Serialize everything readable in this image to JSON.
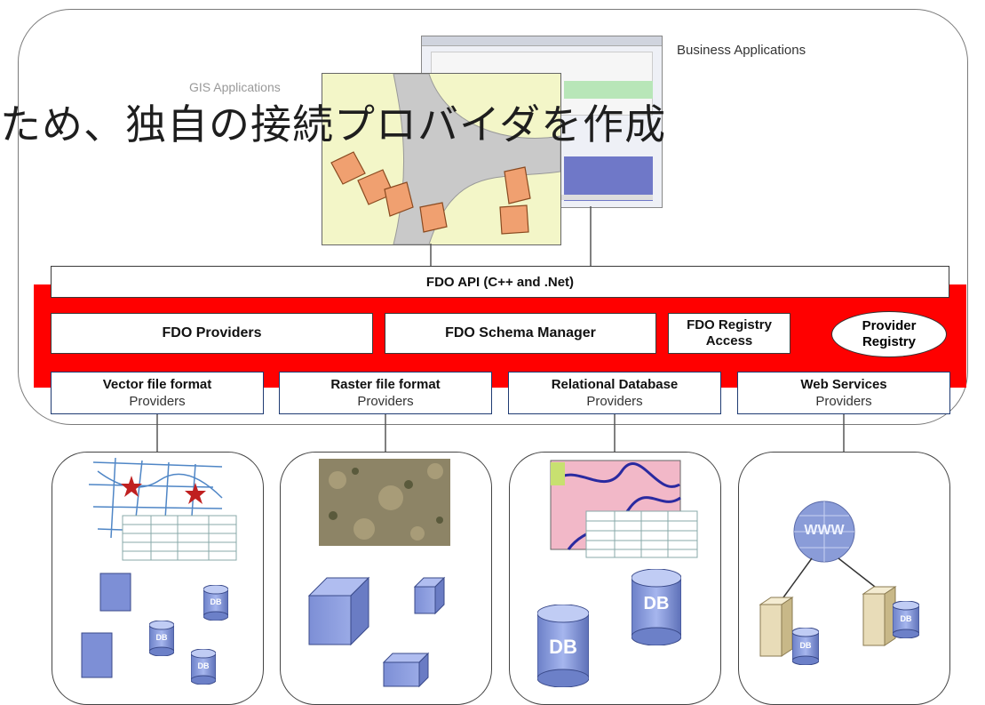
{
  "top": {
    "business_label": "Business Applications",
    "gis_label": "GIS Applications",
    "overlay_title": "ため、独自の接続プロバイダを作成"
  },
  "layers": {
    "api": "FDO API (C++ and .Net)",
    "providers": "FDO Providers",
    "schema_manager": "FDO Schema Manager",
    "registry_access_line1": "FDO Registry",
    "registry_access_line2": "Access",
    "provider_registry_line1": "Provider",
    "provider_registry_line2": "Registry"
  },
  "provider_types": [
    {
      "title": "Vector file format",
      "sub": "Providers"
    },
    {
      "title": "Raster file format",
      "sub": "Providers"
    },
    {
      "title": "Relational Database",
      "sub": "Providers"
    },
    {
      "title": "Web Services",
      "sub": "Providers"
    }
  ],
  "db_label": "DB",
  "www_label": "WWW",
  "colors": {
    "band": "#ff0000",
    "db_fill": "#8fa3e0",
    "map_green": "#e8f0b0",
    "map_house": "#f0a070"
  }
}
